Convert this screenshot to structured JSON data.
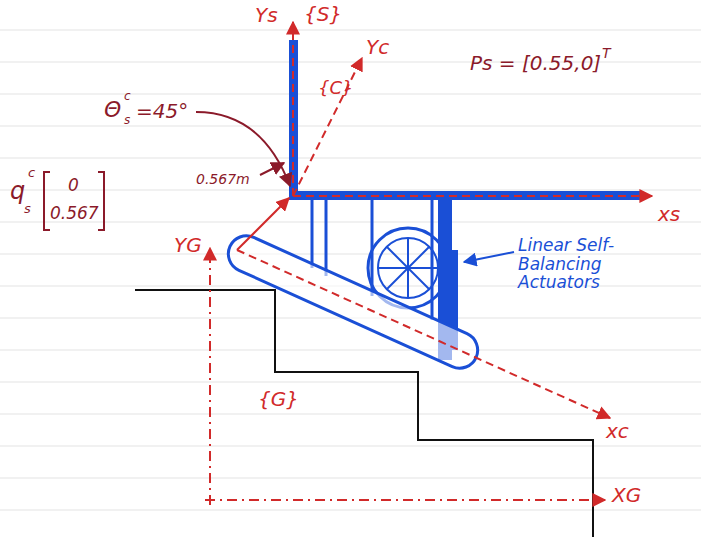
{
  "diagram": {
    "labels": [
      "Ys",
      "{S}",
      "Yc",
      "{C}",
      "Θ",
      "c",
      "s",
      "=45°",
      "0.567m",
      "q",
      "c",
      "s",
      "0",
      "0.567",
      "Ps = [0.55,0]",
      "T",
      "xs",
      "YG",
      "{G}",
      "xc",
      "XG",
      "Linear Self-Balancing Actuators"
    ]
  }
}
